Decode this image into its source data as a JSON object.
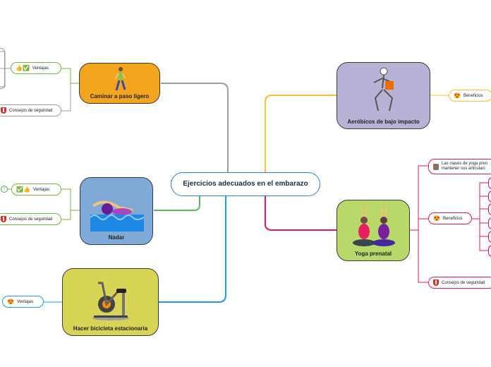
{
  "center": {
    "title": "Ejercicios adecuados en el embarazo"
  },
  "topics": {
    "walk": {
      "label": "Caminar a paso ligero",
      "color": "#f4a51e"
    },
    "swim": {
      "label": "Nadar",
      "color": "#7fa9d6"
    },
    "bike": {
      "label": "Hacer bicicleta estacionaria",
      "color": "#d8d455"
    },
    "aerobic": {
      "label": "Aeróbicos de bajo impacto",
      "color": "#b7b3d6"
    },
    "yoga": {
      "label": "Yoga prenatal",
      "color": "#b9d86a"
    }
  },
  "pills": {
    "walk_ventajas": "Ventajas",
    "walk_consejos": "Consejos de seguridad",
    "swim_ventajas": "Ventajas",
    "swim_consejos": "Consejos de seguridad",
    "swim_num": "7",
    "bike_ventajas": "Ventajas",
    "aerobic_beneficios": "Beneficios",
    "yoga_clases_1": "Las clases de yoga pren",
    "yoga_clases_2": "mantener sus articulaci",
    "yoga_beneficios": "Beneficios",
    "yoga_consejos": "Consejos de seguridad"
  },
  "icons": {
    "ventajas": "thumbs-up-check-icon",
    "consejos": "shield-icon",
    "beneficios": "heart-eyes-emoji-icon"
  },
  "branch_colors": {
    "walk": "#9e9e9e",
    "swim": "#5cb85c",
    "bike": "#2196f3",
    "aerobic": "#fbc02d",
    "yoga": "#d81b60"
  }
}
